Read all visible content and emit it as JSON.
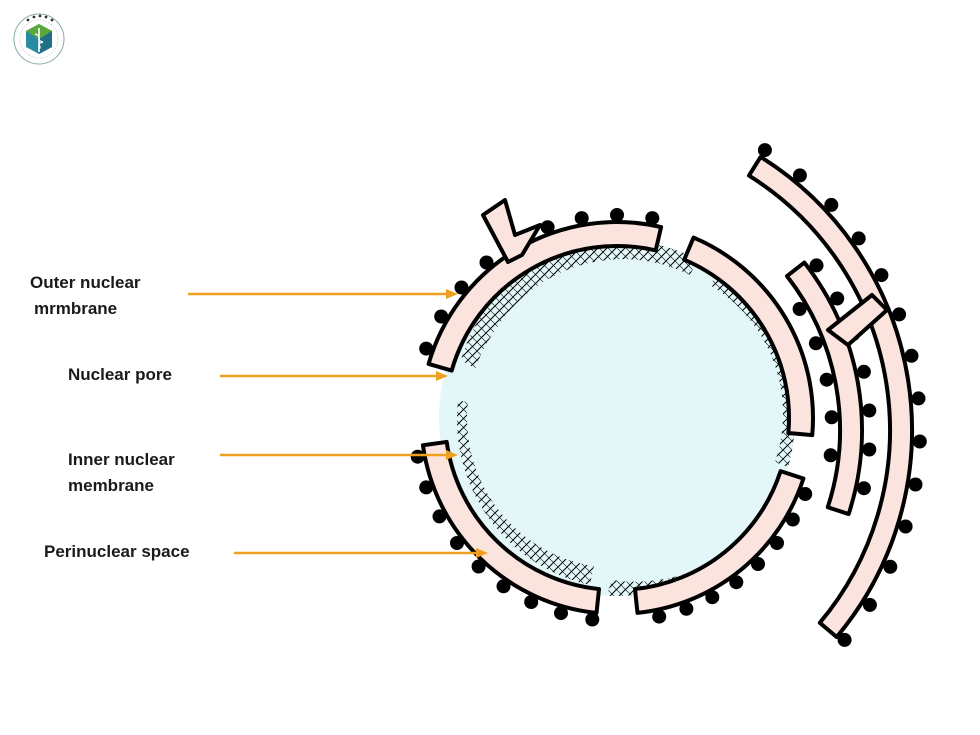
{
  "labels": {
    "outer_line1": "Outer nuclear",
    "outer_line2": "mrmbrane",
    "pore": "Nuclear pore",
    "inner_line1": "Inner nuclear",
    "inner_line2": "membrane",
    "perinuclear": "Perinuclear space"
  },
  "colors": {
    "nucleoplasm": "#e3f6f8",
    "membrane_fill": "#fbe4de",
    "outline": "#000000",
    "arrow": "#f0a020",
    "logo_green": "#5aa83a",
    "logo_teal": "#2a8aa0"
  }
}
